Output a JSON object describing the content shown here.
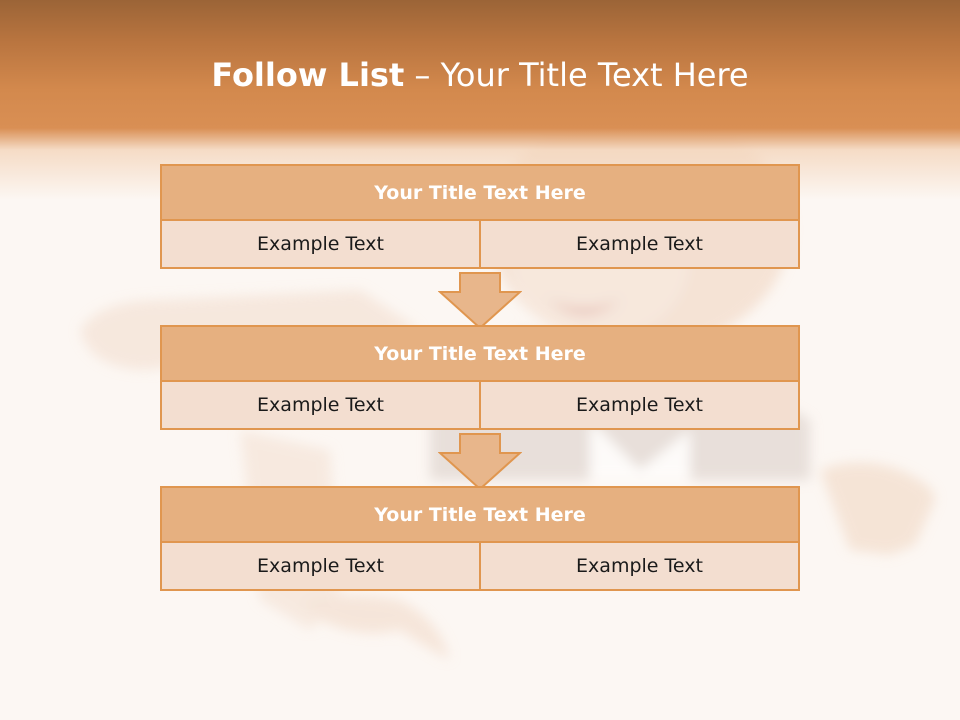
{
  "title": {
    "bold": "Follow List",
    "rest": " – Your Title Text Here"
  },
  "blocks": [
    {
      "title": "Your Title Text Here",
      "left": "Example Text",
      "right": "Example Text"
    },
    {
      "title": "Your Title Text Here",
      "left": "Example Text",
      "right": "Example Text"
    },
    {
      "title": "Your Title Text Here",
      "left": "Example Text",
      "right": "Example Text"
    }
  ],
  "colors": {
    "header_band": "#d98f54",
    "block_border": "#e0964f",
    "block_title_bg": "#e6b080",
    "block_cell_bg": "#f3ded0",
    "arrow_fill": "#e8b68b"
  },
  "icons": [
    "down-arrow-icon",
    "down-arrow-icon"
  ]
}
